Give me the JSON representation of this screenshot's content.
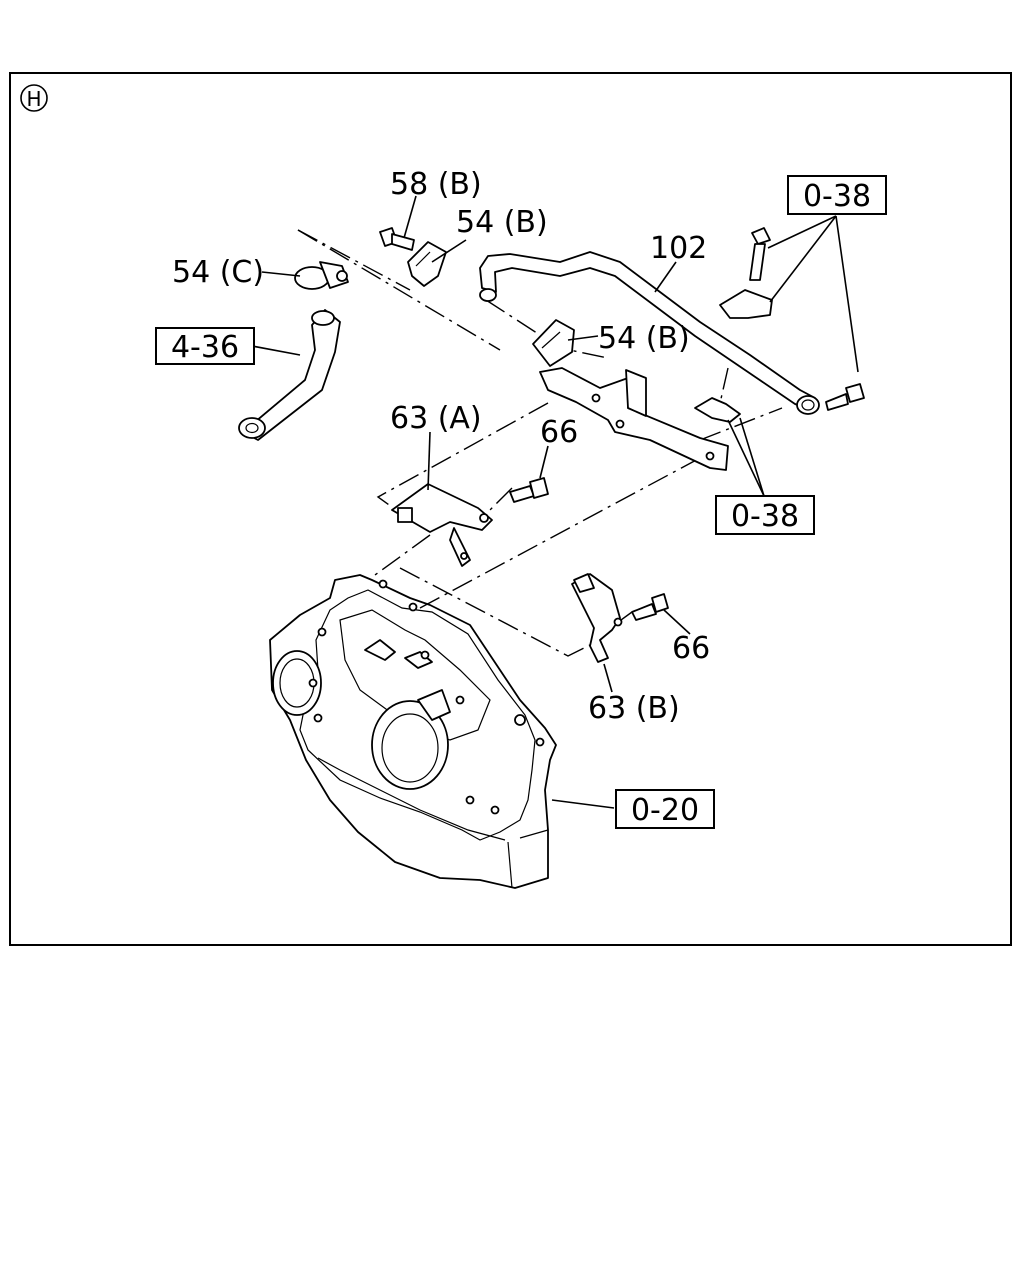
{
  "diagram": {
    "view_marker": "H",
    "labels": {
      "p58b": "58 (B)",
      "p54b_top": "54 (B)",
      "p54c": "54 (C)",
      "p102": "102",
      "p54b_mid": "54 (B)",
      "p63a": "63 (A)",
      "p66_upper": "66",
      "p66_lower": "66",
      "p63b": "63 (B)"
    },
    "ref_boxes": {
      "r436": "4-36",
      "r038_top": "0-38",
      "r038_bottom": "0-38",
      "r020": "0-20"
    }
  }
}
